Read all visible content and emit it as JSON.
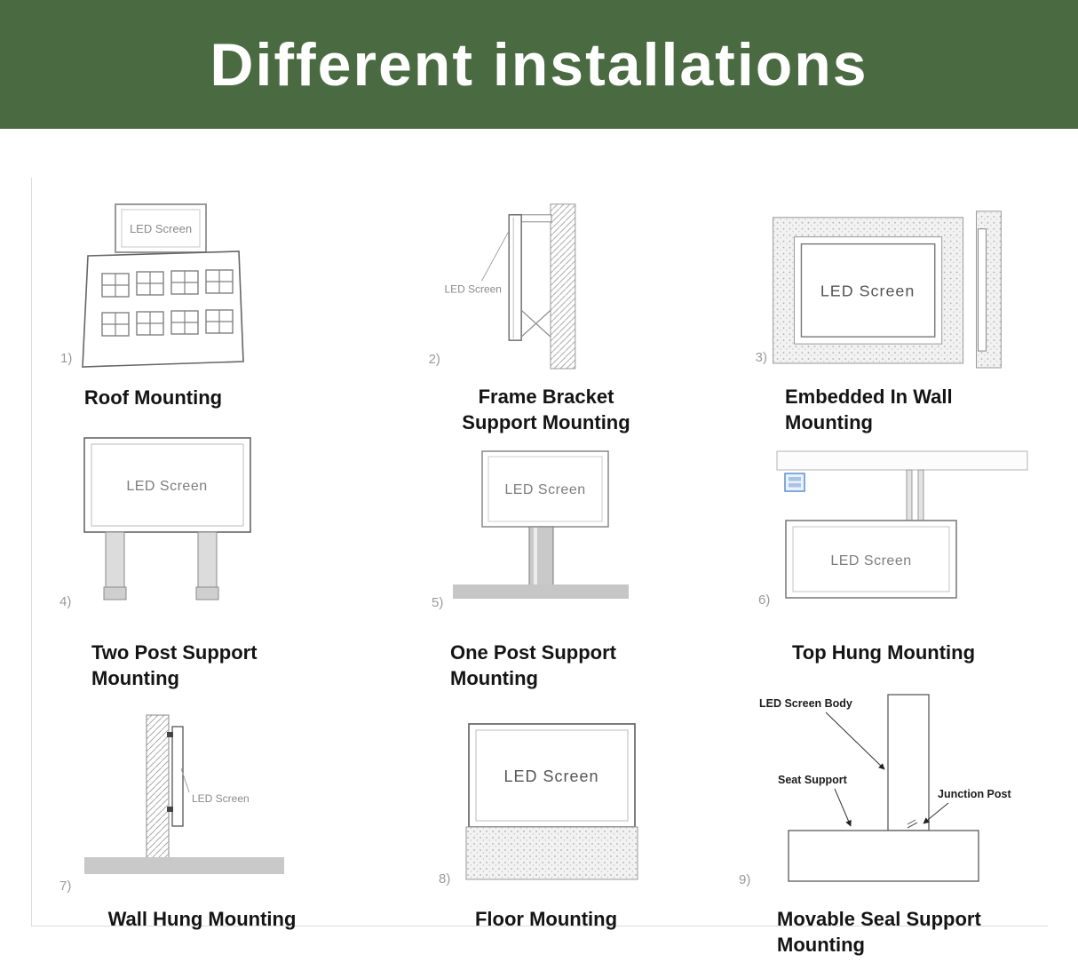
{
  "header": {
    "title": "Different installations"
  },
  "colors": {
    "header_bg": "#4a6b41",
    "header_text": "#ffffff"
  },
  "cells": [
    {
      "number": "1)",
      "caption_lines": [
        "Roof Mounting"
      ],
      "screen_label": "LED Screen"
    },
    {
      "number": "2)",
      "caption_lines": [
        "Frame Bracket",
        "Support Mounting"
      ],
      "screen_label": "LED Screen"
    },
    {
      "number": "3)",
      "caption_lines": [
        "Embedded In Wall",
        "Mounting"
      ],
      "screen_label": "LED Screen"
    },
    {
      "number": "4)",
      "caption_lines": [
        "Two Post Support",
        "Mounting"
      ],
      "screen_label": "LED Screen"
    },
    {
      "number": "5)",
      "caption_lines": [
        "One Post Support",
        "Mounting"
      ],
      "screen_label": "LED Screen"
    },
    {
      "number": "6)",
      "caption_lines": [
        "Top Hung Mounting"
      ],
      "screen_label": "LED Screen"
    },
    {
      "number": "7)",
      "caption_lines": [
        "Wall Hung Mounting"
      ],
      "screen_label": "LED Screen"
    },
    {
      "number": "8)",
      "caption_lines": [
        "Floor Mounting"
      ],
      "screen_label": "LED Screen"
    },
    {
      "number": "9)",
      "caption_lines": [
        "Movable Seal Support",
        "Mounting"
      ],
      "labels": [
        "LED Screen Body",
        "Seat Support",
        "Junction Post"
      ]
    }
  ]
}
